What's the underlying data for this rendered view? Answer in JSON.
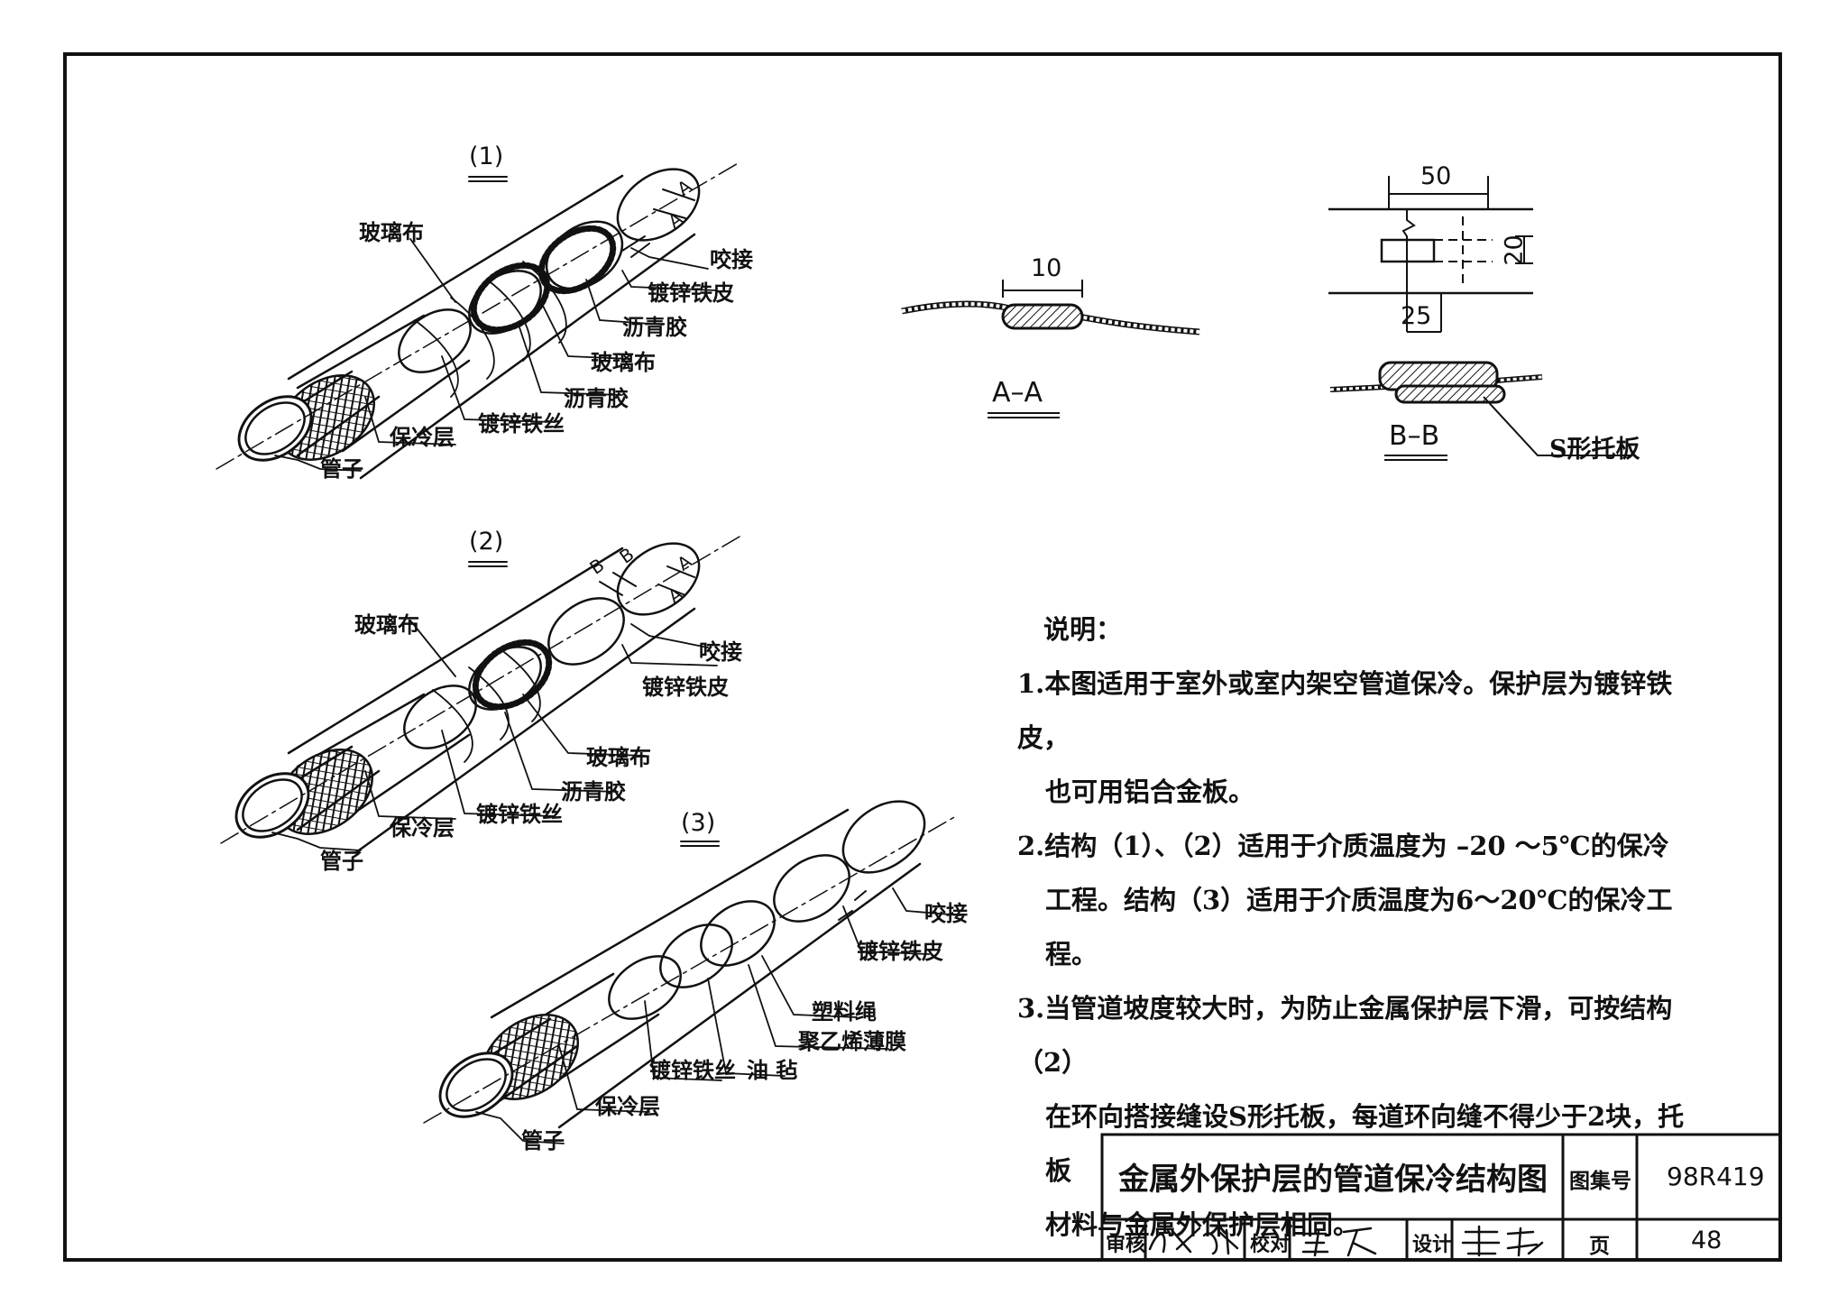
{
  "structures": {
    "s1": {
      "id": "(1)",
      "labels": {
        "glass_cloth_top": "玻璃布",
        "seam": "咬接",
        "jacket": "镀锌铁皮",
        "asphalt_upper": "沥青胶",
        "glass_cloth_mid": "玻璃布",
        "asphalt_lower": "沥青胶",
        "wire": "镀锌铁丝",
        "insulation": "保冷层",
        "pipe": "管子"
      }
    },
    "s2": {
      "id": "(2)",
      "labels": {
        "glass_cloth_top": "玻璃布",
        "seam": "咬接",
        "jacket": "镀锌铁皮",
        "glass_cloth_mid": "玻璃布",
        "asphalt": "沥青胶",
        "wire": "镀锌铁丝",
        "insulation": "保冷层",
        "pipe": "管子"
      }
    },
    "s3": {
      "id": "(3)",
      "labels": {
        "seam": "咬接",
        "jacket": "镀锌铁皮",
        "plastic_rope": "塑料绳",
        "pe_film": "聚乙烯薄膜",
        "felt": "油 毡",
        "wire": "镀锌铁丝",
        "insulation": "保冷层",
        "pipe": "管子"
      }
    }
  },
  "section_marks": {
    "a": "A",
    "b": "B"
  },
  "sections": {
    "aa": {
      "title": "A–A",
      "dim": "10"
    },
    "bb": {
      "title": "B–B",
      "dim_top": "50",
      "dim_side": "20",
      "dim_bottom": "25",
      "s_plate": "S形托板"
    }
  },
  "notes": {
    "heading": "说明：",
    "n1a": "1.本图适用于室外或室内架空管道保冷。保护层为镀锌铁皮，",
    "n1b": "也可用铝合金板。",
    "n2a": "2.结构（1）、（2）适用于介质温度为 –20 ～5℃的保冷",
    "n2b": "工程。结构（3）适用于介质温度为6～20℃的保冷工程。",
    "n3a": "3.当管道坡度较大时，为防止金属保护层下滑，可按结构（2）",
    "n3b": "在环向搭接缝设S形托板，每道环向缝不得少于2块，托板",
    "n3c": "材料与金属外保护层相同。"
  },
  "title_block": {
    "title": "金属外保护层的管道保冷结构图",
    "atlas_label": "图集号",
    "atlas_no": "98R419",
    "review_label": "审核",
    "check_label": "校对",
    "design_label": "设计",
    "page_label": "页",
    "page_no": "48"
  }
}
